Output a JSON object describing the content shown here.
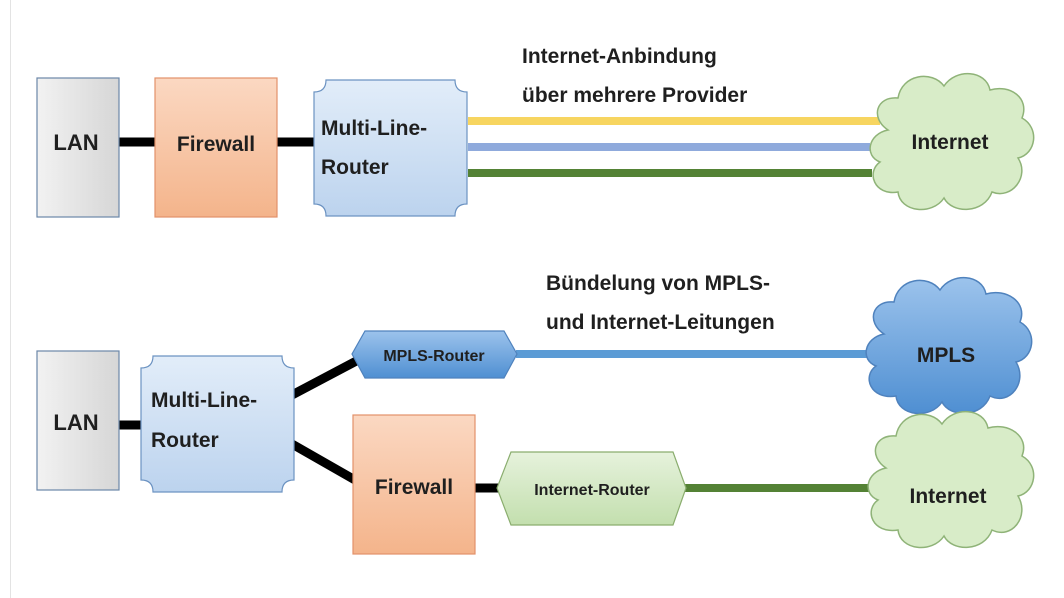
{
  "colors": {
    "lan_fill": "#e0e0e0",
    "lan_stroke": "#6b87a8",
    "firewall_fill": "#f6bf9b",
    "firewall_stroke": "#e2916a",
    "router_fill": "#cfe0f3",
    "router_stroke": "#6c93c2",
    "mpls_router_fill": "#6ea3dc",
    "internet_router_fill": "#d4e8c5",
    "internet_router_stroke": "#8aad6e",
    "cloud_internet_fill": "#d8ecc8",
    "cloud_internet_stroke": "#8fb378",
    "cloud_mpls_fill": "#6aa2da",
    "cloud_mpls_stroke": "#4f82bd",
    "link_black": "#000000",
    "link_yellow": "#f7d560",
    "link_blue": "#8faadc",
    "link_green": "#548235",
    "link_mpls": "#5b9bd5"
  },
  "top": {
    "lan": "LAN",
    "firewall": "Firewall",
    "router_line1": "Multi-Line-",
    "router_line2": "Router",
    "cloud": "Internet",
    "caption_line1": "Internet-Anbindung",
    "caption_line2": "über mehrere Provider"
  },
  "bottom": {
    "lan": "LAN",
    "router_line1": "Multi-Line-",
    "router_line2": "Router",
    "mpls_router": "MPLS-Router",
    "firewall": "Firewall",
    "internet_router": "Internet-Router",
    "cloud_mpls": "MPLS",
    "cloud_internet": "Internet",
    "caption_line1": "Bündelung von MPLS-",
    "caption_line2": "und Internet-Leitungen"
  }
}
